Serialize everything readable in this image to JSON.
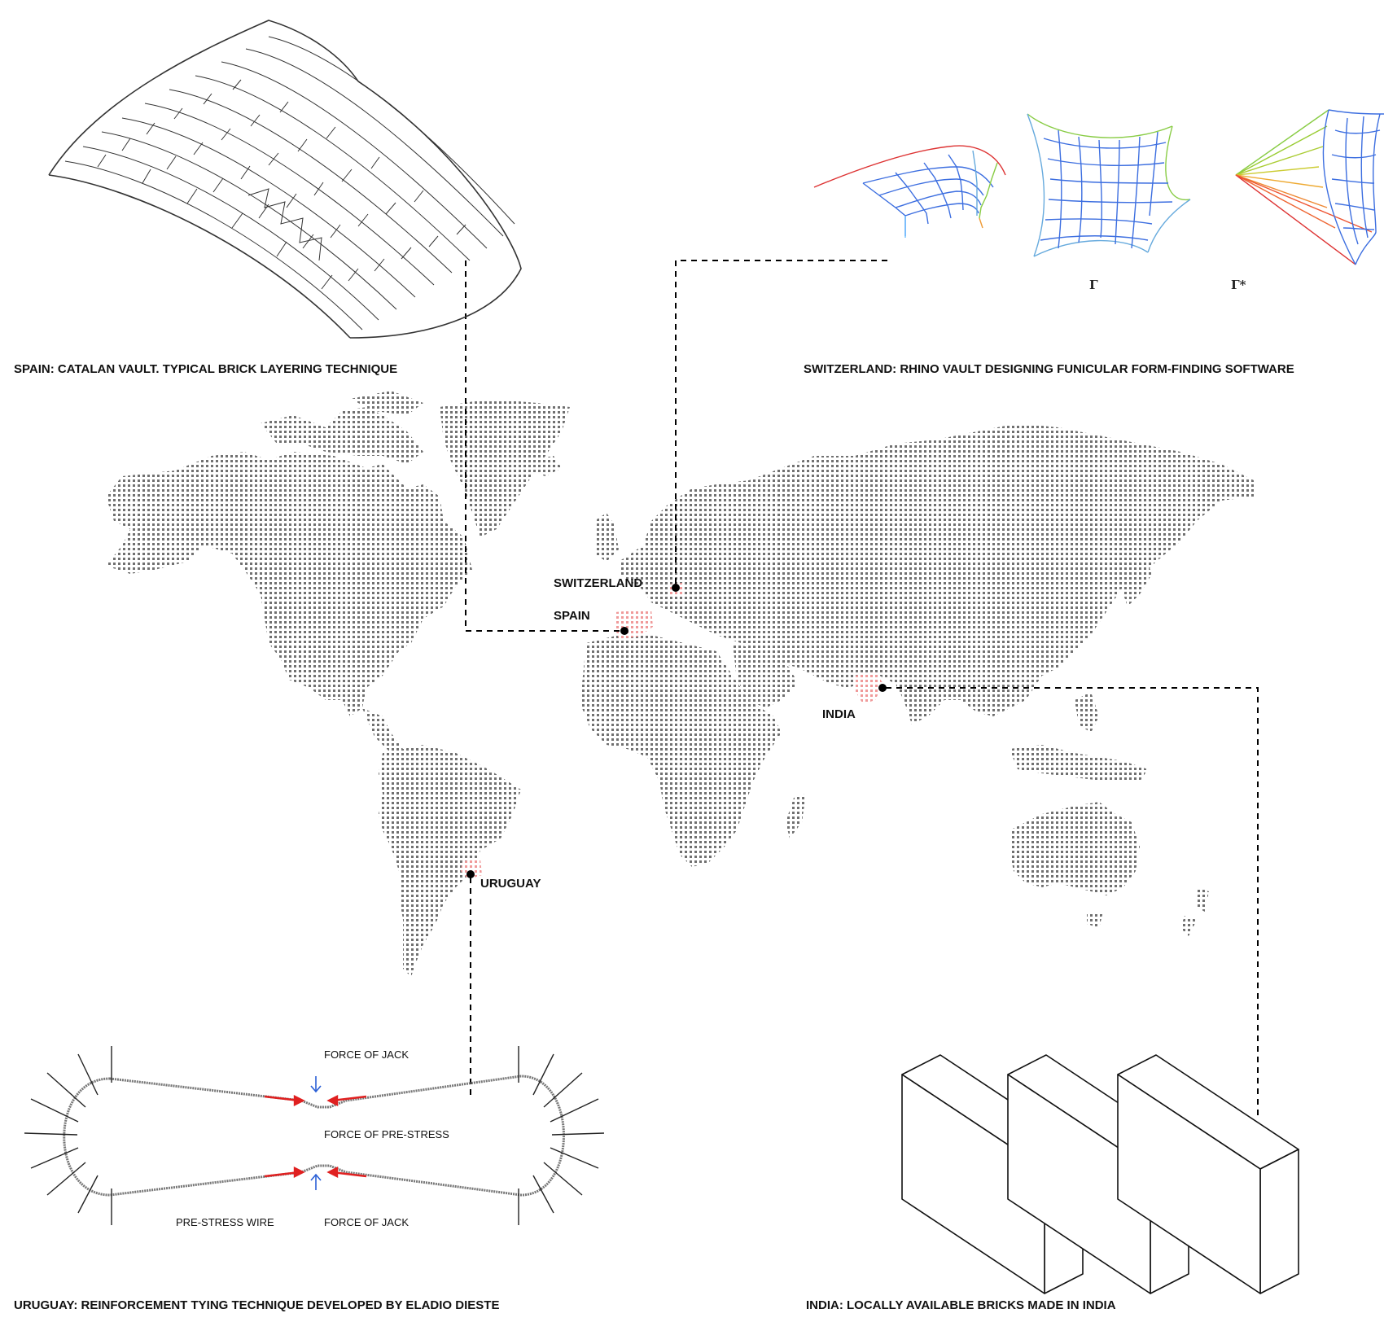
{
  "captions": {
    "spain": "SPAIN: CATALAN VAULT. TYPICAL BRICK LAYERING TECHNIQUE",
    "switzerland": "SWITZERLAND: RHINO VAULT DESIGNING FUNICULAR FORM-FINDING  SOFTWARE",
    "uruguay": "URUGUAY: REINFORCEMENT TYING TECHNIQUE DEVELOPED BY ELADIO DIESTE",
    "india": "INDIA: LOCALLY AVAILABLE BRICKS MADE IN INDIA"
  },
  "map_labels": {
    "switzerland": "SWITZERLAND",
    "spain": "SPAIN",
    "india": "INDIA",
    "uruguay": "URUGUAY"
  },
  "rhino_labels": {
    "gamma": "Γ",
    "gamma_star": "Γ*"
  },
  "dieste_labels": {
    "force_of_jack_top": "FORCE OF JACK",
    "force_of_prestress": "FORCE OF PRE-STRESS",
    "prestress_wire": "PRE-STRESS WIRE",
    "force_of_jack_bottom": "FORCE OF JACK"
  },
  "colors": {
    "land_dots": "#6f6f6f",
    "highlight": "#f2a3a3",
    "force_red": "#e02020",
    "force_blue": "#2a5fd6",
    "mesh_blue": "#3c6ee0"
  }
}
